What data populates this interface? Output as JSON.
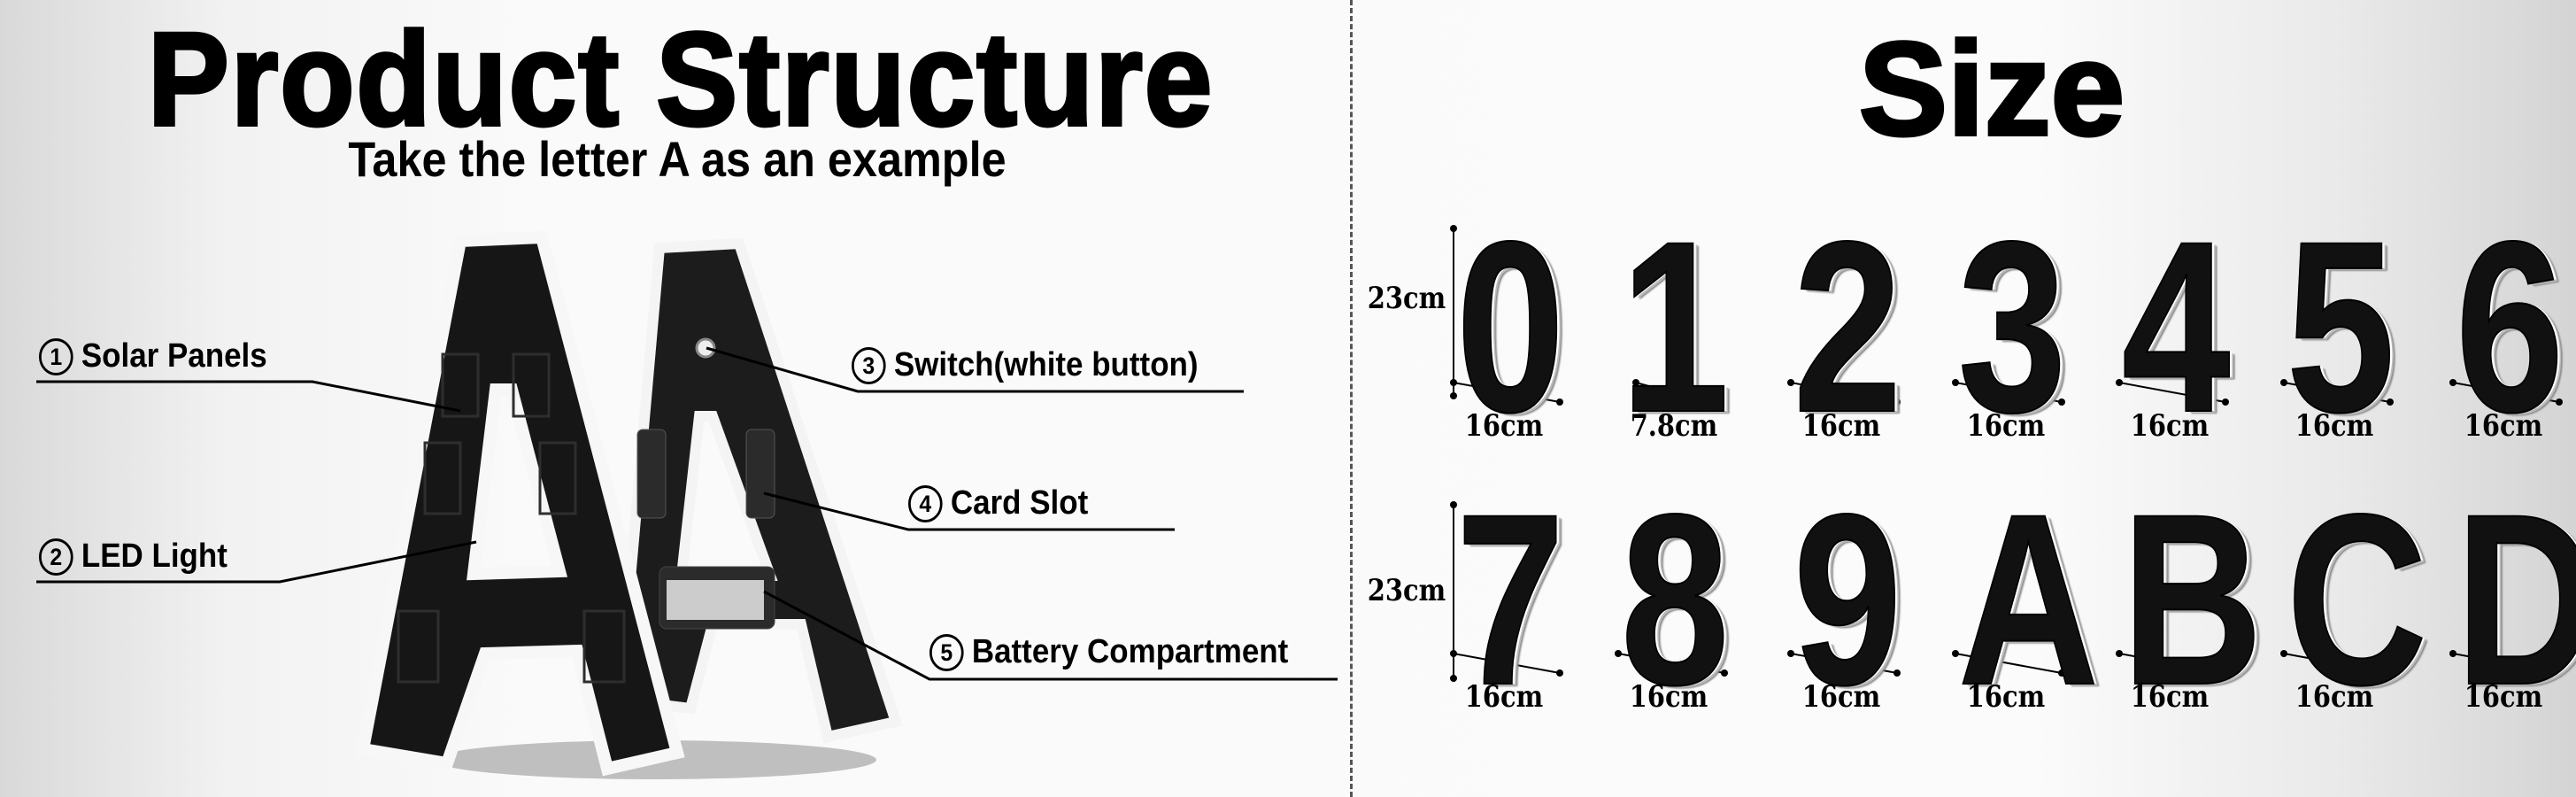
{
  "structure": {
    "title": "Product Structure",
    "subtitle": "Take the letter A as an example",
    "callouts": [
      {
        "num": "1",
        "label": "Solar Panels"
      },
      {
        "num": "2",
        "label": "LED Light"
      },
      {
        "num": "3",
        "label": "Switch(white button)"
      },
      {
        "num": "4",
        "label": "Card Slot"
      },
      {
        "num": "5",
        "label": "Battery Compartment"
      }
    ]
  },
  "size": {
    "title": "Size",
    "height_label": "23cm",
    "rows": [
      [
        {
          "char": "0",
          "width": "16cm"
        },
        {
          "char": "1",
          "width": "7.8cm"
        },
        {
          "char": "2",
          "width": "16cm"
        },
        {
          "char": "3",
          "width": "16cm"
        },
        {
          "char": "4",
          "width": "16cm"
        },
        {
          "char": "5",
          "width": "16cm"
        },
        {
          "char": "6",
          "width": "16cm"
        }
      ],
      [
        {
          "char": "7",
          "width": "16cm"
        },
        {
          "char": "8",
          "width": "16cm"
        },
        {
          "char": "9",
          "width": "16cm"
        },
        {
          "char": "A",
          "width": "16cm"
        },
        {
          "char": "B",
          "width": "16cm"
        },
        {
          "char": "C",
          "width": "16cm"
        },
        {
          "char": "D",
          "width": "16cm"
        }
      ]
    ]
  }
}
